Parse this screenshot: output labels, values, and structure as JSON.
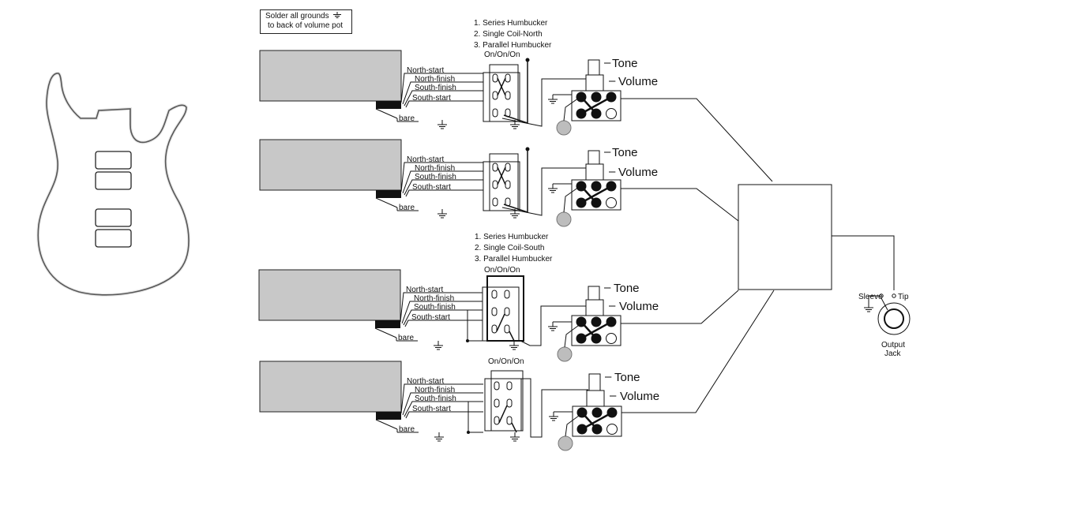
{
  "note": {
    "line1": "Solder all grounds",
    "line2": "to back of volume pot"
  },
  "switch_modes_north": [
    "1. Series Humbucker",
    "2. Single Coil-North",
    "3. Parallel Humbucker"
  ],
  "switch_modes_south": [
    "1. Series Humbucker",
    "2. Single Coil-South",
    "3. Parallel Humbucker"
  ],
  "switch_type": "On/On/On",
  "wire_labels": {
    "north_start": "North-start",
    "north_finish": "North-finish",
    "south_finish": "South-finish",
    "south_start": "South-start",
    "bare": "bare"
  },
  "pot_labels": {
    "tone": "Tone",
    "volume": "Volume"
  },
  "jack": {
    "sleeve": "Sleeve",
    "tip": "Tip",
    "name_line1": "Output",
    "name_line2": "Jack"
  }
}
